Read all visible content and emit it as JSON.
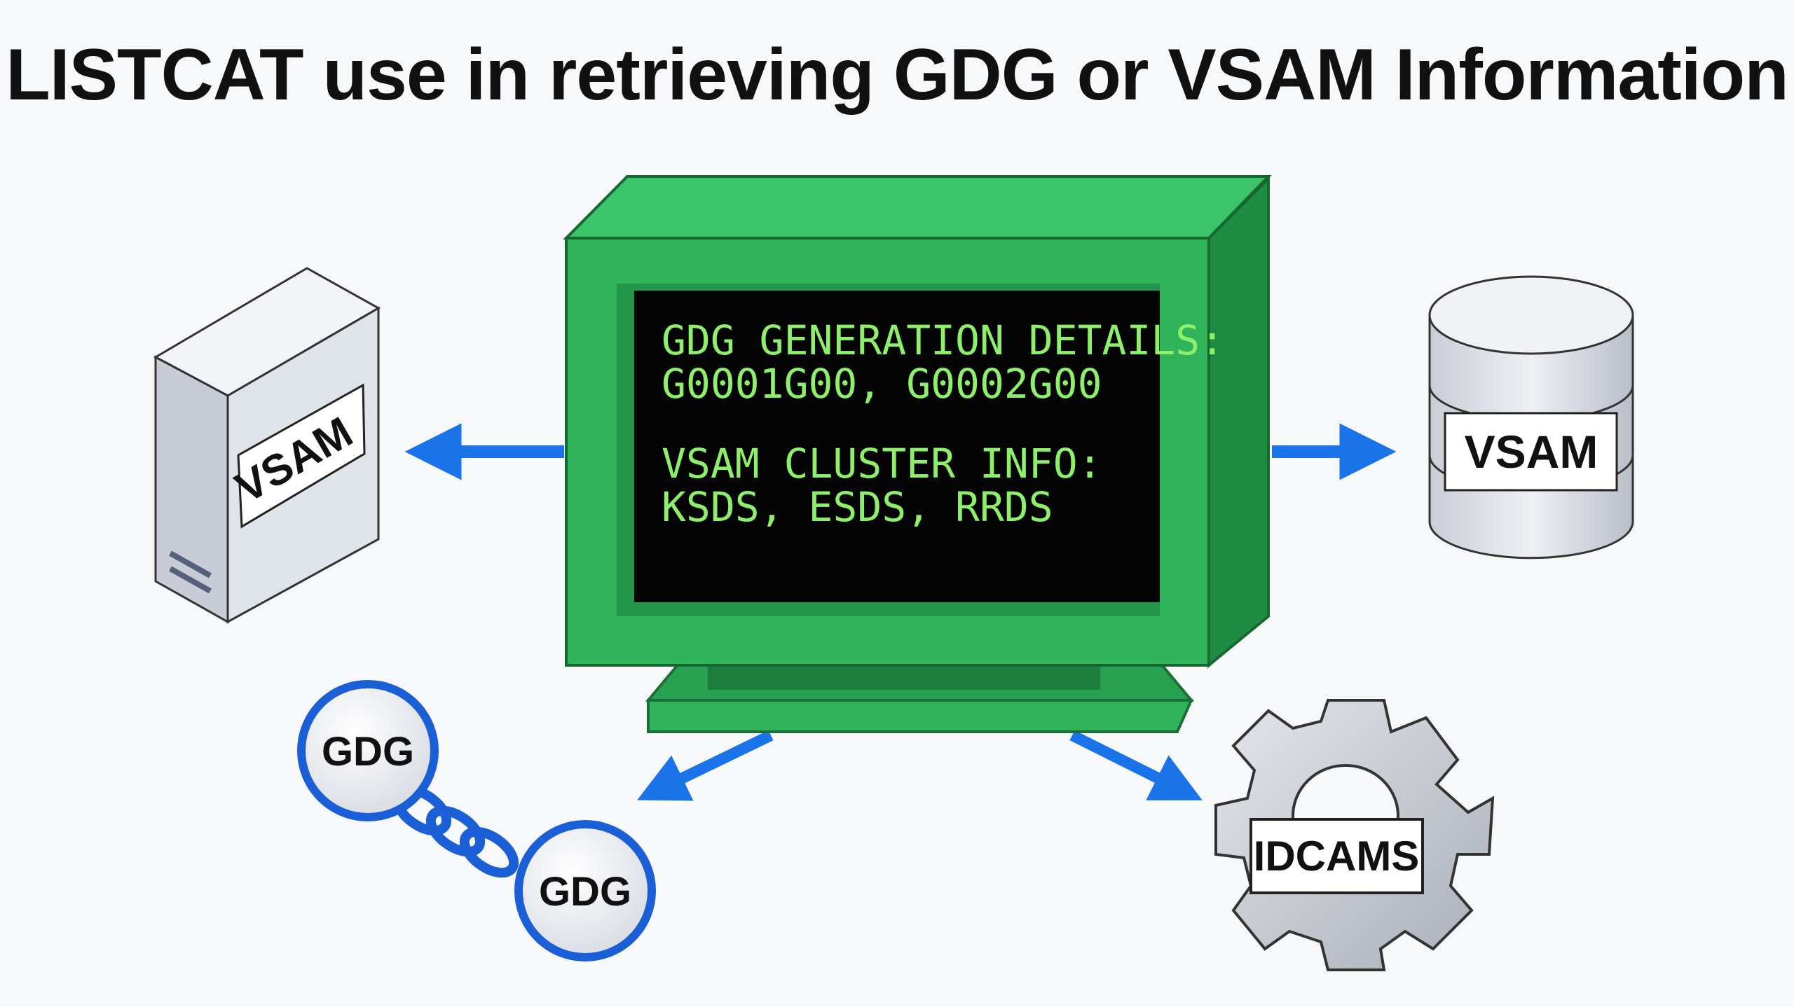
{
  "title": "LISTCAT use in retrieving GDG or VSAM Information",
  "screen": {
    "line1": "GDG GENERATION DETAILS:",
    "line2": "G0001G00, G0002G00",
    "line3": "VSAM CLUSTER INFO:",
    "line4": "KSDS, ESDS, RRDS"
  },
  "nodes": {
    "left_box_label": "VSAM",
    "right_cylinder_label": "VSAM",
    "chain_top_label": "GDG",
    "chain_bottom_label": "GDG",
    "gear_label": "IDCAMS"
  },
  "colors": {
    "terminal_green": "#2fb45a",
    "terminal_dark": "#1f8c43",
    "screen_text": "#8ef06a",
    "arrow_blue": "#1a73e8",
    "gdg_blue": "#1a5fd6"
  },
  "icons": [
    "terminal-icon",
    "server-box-icon",
    "database-cylinder-icon",
    "chain-link-icon",
    "gear-icon"
  ]
}
